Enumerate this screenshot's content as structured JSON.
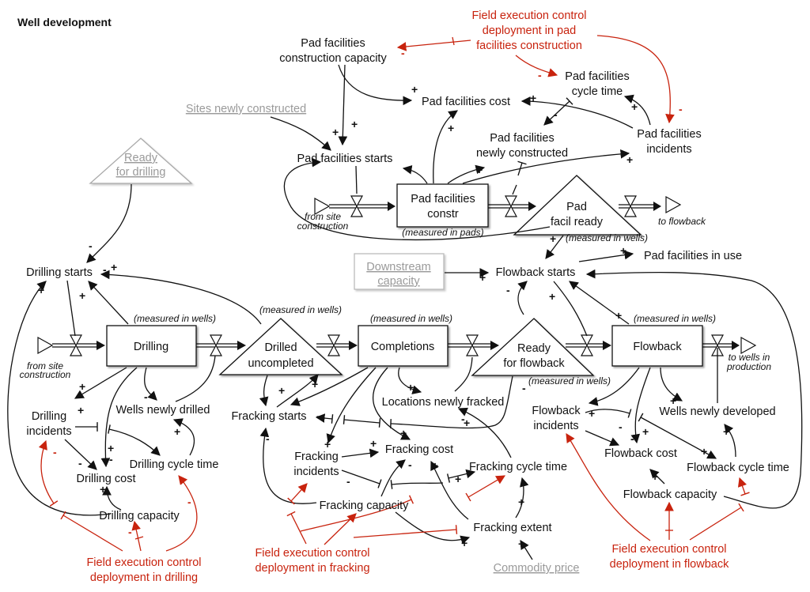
{
  "title": "Well development",
  "colors": {
    "link": "#111111",
    "control": "#c8230e",
    "external": "#9a9a9a"
  },
  "stocks": {
    "pad_constr": [
      "Pad facilities",
      "constr"
    ],
    "pad_ready": [
      "Pad",
      "facil ready"
    ],
    "drilling": "Drilling",
    "drilled_uncompleted": [
      "Drilled",
      "uncompleted"
    ],
    "completions": "Completions",
    "ready_for_flowback": [
      "Ready",
      "for flowback"
    ],
    "flowback": "Flowback"
  },
  "units": {
    "pads": "(measured in pads)",
    "wells": "(measured in wells)"
  },
  "sources": {
    "from_site": [
      "from site",
      "construction"
    ],
    "to_flowback": "to flowback",
    "to_production": [
      "to wells in",
      "production"
    ]
  },
  "external": {
    "sites_newly_constructed": "Sites newly constructed",
    "ready_for_drilling": [
      "Ready",
      "for drilling"
    ],
    "downstream_capacity": [
      "Downstream",
      "capacity"
    ],
    "commodity_price": "Commodity price"
  },
  "variables": {
    "pad_capacity": [
      "Pad facilities",
      "construction capacity"
    ],
    "pad_cycle_time": [
      "Pad facilities",
      "cycle time"
    ],
    "pad_cost": "Pad facilities cost",
    "pad_newly_constructed": [
      "Pad facilities",
      "newly constructed"
    ],
    "pad_incidents": [
      "Pad facilities",
      "incidents"
    ],
    "pad_starts": "Pad facilities starts",
    "pad_in_use": "Pad facilities in use",
    "flowback_starts": "Flowback starts",
    "drilling_starts": "Drilling starts",
    "wells_newly_drilled": "Wells newly drilled",
    "drilling_incidents": [
      "Drilling",
      "incidents"
    ],
    "drilling_cycle_time": "Drilling cycle time",
    "drilling_cost": "Drilling cost",
    "drilling_capacity": "Drilling capacity",
    "fracking_starts": "Fracking starts",
    "locations_newly_fracked": "Locations newly fracked",
    "fracking_cost": "Fracking cost",
    "fracking_incidents": [
      "Fracking",
      "incidents"
    ],
    "fracking_cycle_time": "Fracking cycle time",
    "fracking_capacity": "Fracking capacity",
    "fracking_extent": "Fracking extent",
    "flowback_incidents": [
      "Flowback",
      "incidents"
    ],
    "wells_newly_developed": "Wells newly developed",
    "flowback_cost": "Flowback cost",
    "flowback_cycle_time": "Flowback cycle time",
    "flowback_capacity": "Flowback capacity"
  },
  "controls": {
    "pad": [
      "Field execution control",
      "deployment in pad",
      "facilities construction"
    ],
    "drilling": [
      "Field execution control",
      "deployment in drilling"
    ],
    "fracking": [
      "Field execution control",
      "deployment in fracking"
    ],
    "flowback": [
      "Field execution control",
      "deployment in flowback"
    ]
  },
  "polarity_marks": [
    "+",
    "+",
    "+",
    "+",
    "-",
    "+",
    "+",
    "+",
    "+",
    "-",
    "-",
    "+",
    "+",
    "-",
    "+",
    "-",
    "-",
    "+",
    "+",
    "+",
    "+",
    "+",
    "+",
    "+",
    "-",
    "+",
    "+",
    "-",
    "+",
    "-",
    "+",
    "+",
    "+",
    "+",
    "+",
    "-",
    "+",
    "+",
    "+",
    "+",
    "+",
    "+",
    "+",
    "+",
    "-",
    "+",
    "+",
    "+",
    "+",
    "+",
    "-",
    "-",
    "-",
    "-",
    "-",
    "-",
    "-",
    "-",
    "-",
    "-",
    "-",
    "-"
  ]
}
